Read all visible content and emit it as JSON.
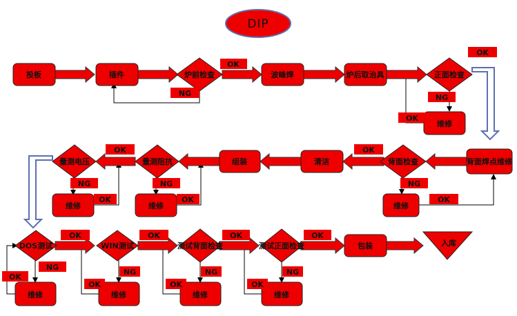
{
  "title": "DIP",
  "colors": {
    "fill": "#ee0000",
    "stroke": "#222222",
    "line": "#000000",
    "label_bg": "#ee0000",
    "big_arrow_fill": "#ffffff",
    "big_arrow_stroke": "#5b6fb0"
  },
  "nodes": {
    "board_feed": "投板",
    "insert": "插件",
    "pre_furnace_check": "炉前检查",
    "wave_solder": "波峰焊",
    "post_furnace_fixture": "炉后取治具",
    "front_check": "正面检查",
    "repair_front": "维修",
    "back_solder_repair": "背面焊点维修",
    "back_check": "背面检查",
    "clean": "清洁",
    "assemble": "组装",
    "measure_resistance": "量测阻抗",
    "measure_voltage": "量测电压",
    "repair_resistance": "维修",
    "repair_voltage": "维修",
    "repair_back": "维修",
    "dos_test": "DOS测试",
    "win_test": "WIN测试",
    "test_back_check": "测试背面检查",
    "test_front_check": "测试正面检查",
    "package": "包装",
    "warehouse": "入库",
    "repair_dos": "维修",
    "repair_win": "维修",
    "repair_test_back": "维修",
    "repair_test_front": "维修"
  },
  "labels": {
    "ok": "OK",
    "ng": "NG"
  }
}
